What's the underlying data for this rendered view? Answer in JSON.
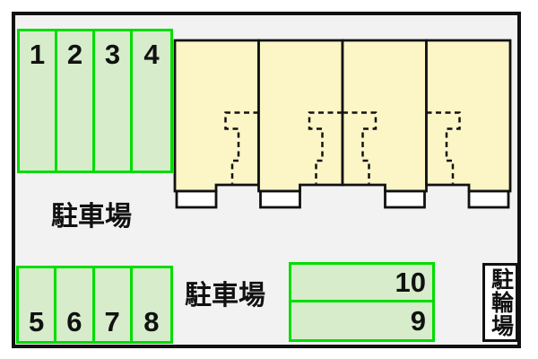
{
  "labels": {
    "parking_area_upper": "駐車場",
    "parking_area_lower": "駐車場",
    "bicycle_area": "駐輪場"
  },
  "parking_blocks": {
    "block_a": {
      "spaces": [
        "1",
        "2",
        "3",
        "4"
      ],
      "number_position": "top"
    },
    "block_b": {
      "spaces": [
        "5",
        "6",
        "7",
        "8"
      ],
      "number_position": "bottom"
    },
    "block_c": {
      "spaces": [
        "10",
        "9"
      ],
      "number_position": "right"
    }
  },
  "building": {
    "units": [
      {
        "door_side": "right"
      },
      {
        "door_side": "right"
      },
      {
        "door_side": "left"
      },
      {
        "door_side": "left"
      }
    ]
  },
  "colors": {
    "site_background": "#f2f2f2",
    "outline": "#111111",
    "space_fill": "#d6ecca",
    "space_border": "#00dd00",
    "building_fill": "#fcf5c6",
    "porch_fill": "#ffffff"
  }
}
